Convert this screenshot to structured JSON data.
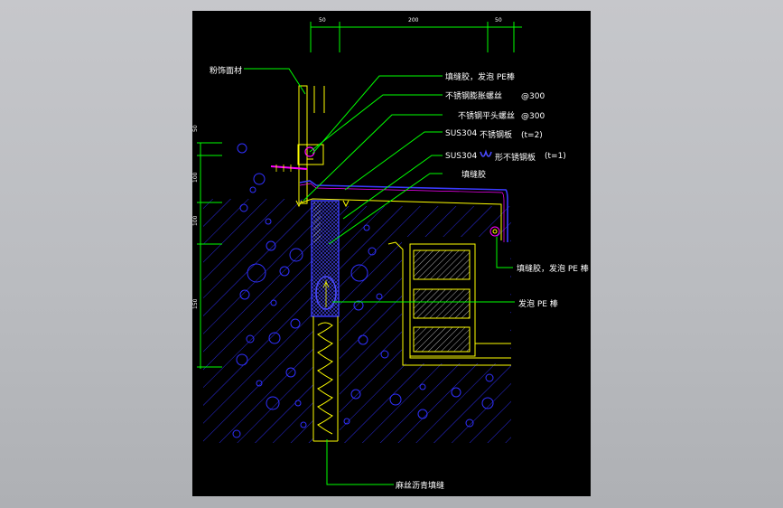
{
  "drawing": {
    "top_dims": [
      "50",
      "200",
      "50"
    ],
    "side_dims": [
      "50",
      "100",
      "100",
      "150"
    ],
    "labels": {
      "finish": "粉饰面材",
      "sealant_pe_top": "填缝胶，发泡 PE棒",
      "exp_bolt": "不锈钢膨胀螺丝",
      "exp_bolt_spacing": "@300",
      "flat_bolt": "不锈钢平头螺丝",
      "flat_bolt_spacing": "@300",
      "ss_plate_grade": "SUS304",
      "ss_plate": "不锈钢板",
      "ss_plate_t": "(t=2)",
      "u_plate_grade": "SUS304",
      "u_plate": "形不锈钢板",
      "u_plate_t": "(t=1)",
      "sealant": "填缝胶",
      "sealant_pe_right": "填缝胶，发泡 PE 棒",
      "pe_rod": "发泡 PE 棒",
      "asphalt": "麻丝沥青填缝"
    }
  },
  "colors": {
    "sheet": "#000000",
    "yellow": "#ffff00",
    "blue": "#3a3aff",
    "green": "#00ff00",
    "magenta": "#ff00ff",
    "white": "#ffffff"
  }
}
